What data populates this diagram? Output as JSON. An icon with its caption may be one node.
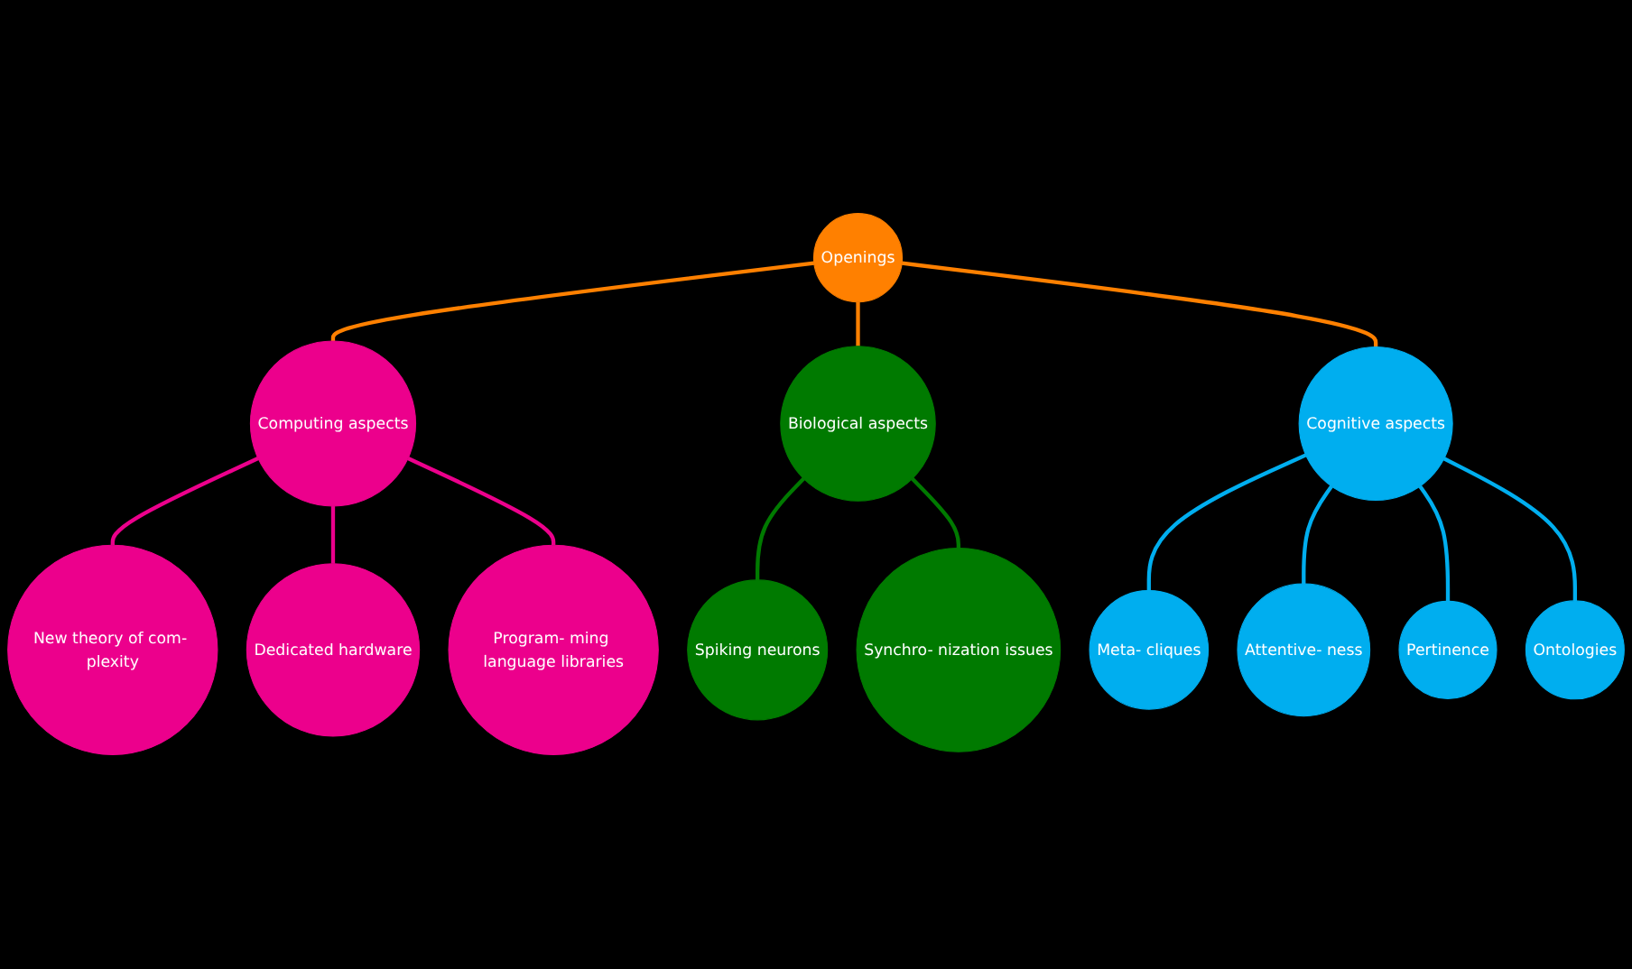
{
  "diagram": {
    "nodes": [
      {
        "text": [
          "Openings"
        ]
      },
      {
        "text": [
          "Computing aspects"
        ]
      },
      {
        "text": [
          "New theory of com- plexity"
        ]
      },
      {
        "text": [
          "Dedicated hardware"
        ]
      },
      {
        "text": [
          "Program- ming language libraries"
        ]
      },
      {
        "text": [
          "Biological aspects"
        ]
      },
      {
        "text": [
          "Spiking neurons"
        ]
      },
      {
        "text": [
          "Synchro- nization issues"
        ]
      },
      {
        "text": [
          "Cognitive aspects"
        ]
      },
      {
        "text": [
          "Meta- cliques"
        ]
      },
      {
        "text": [
          "Attentive- ness"
        ]
      },
      {
        "text": [
          "Pertinence"
        ]
      },
      {
        "text": [
          "Ontologies"
        ]
      }
    ],
    "edges": [
      {
        "from": 0,
        "to": 1,
        "arrow": "none",
        "color": "#ff8000"
      },
      {
        "from": 1,
        "to": 2,
        "arrow": "none",
        "color": "#ec008c"
      },
      {
        "from": 1,
        "to": 3,
        "arrow": "none",
        "color": "#ec008c"
      },
      {
        "from": 1,
        "to": 4,
        "arrow": "none",
        "color": "#ec008c"
      },
      {
        "from": 0,
        "to": 5,
        "arrow": "none",
        "color": "#ff8000"
      },
      {
        "from": 5,
        "to": 6,
        "arrow": "none",
        "color": "#007a00"
      },
      {
        "from": 5,
        "to": 7,
        "arrow": "none",
        "color": "#007a00"
      },
      {
        "from": 0,
        "to": 8,
        "arrow": "none",
        "color": "#ff8000"
      },
      {
        "from": 8,
        "to": 9,
        "arrow": "none",
        "color": "#00aeef"
      },
      {
        "from": 8,
        "to": 10,
        "arrow": "none",
        "color": "#00aeef"
      },
      {
        "from": 8,
        "to": 11,
        "arrow": "none",
        "color": "#00aeef"
      },
      {
        "from": 8,
        "to": 12,
        "arrow": "none",
        "color": "#00aeef"
      }
    ]
  }
}
